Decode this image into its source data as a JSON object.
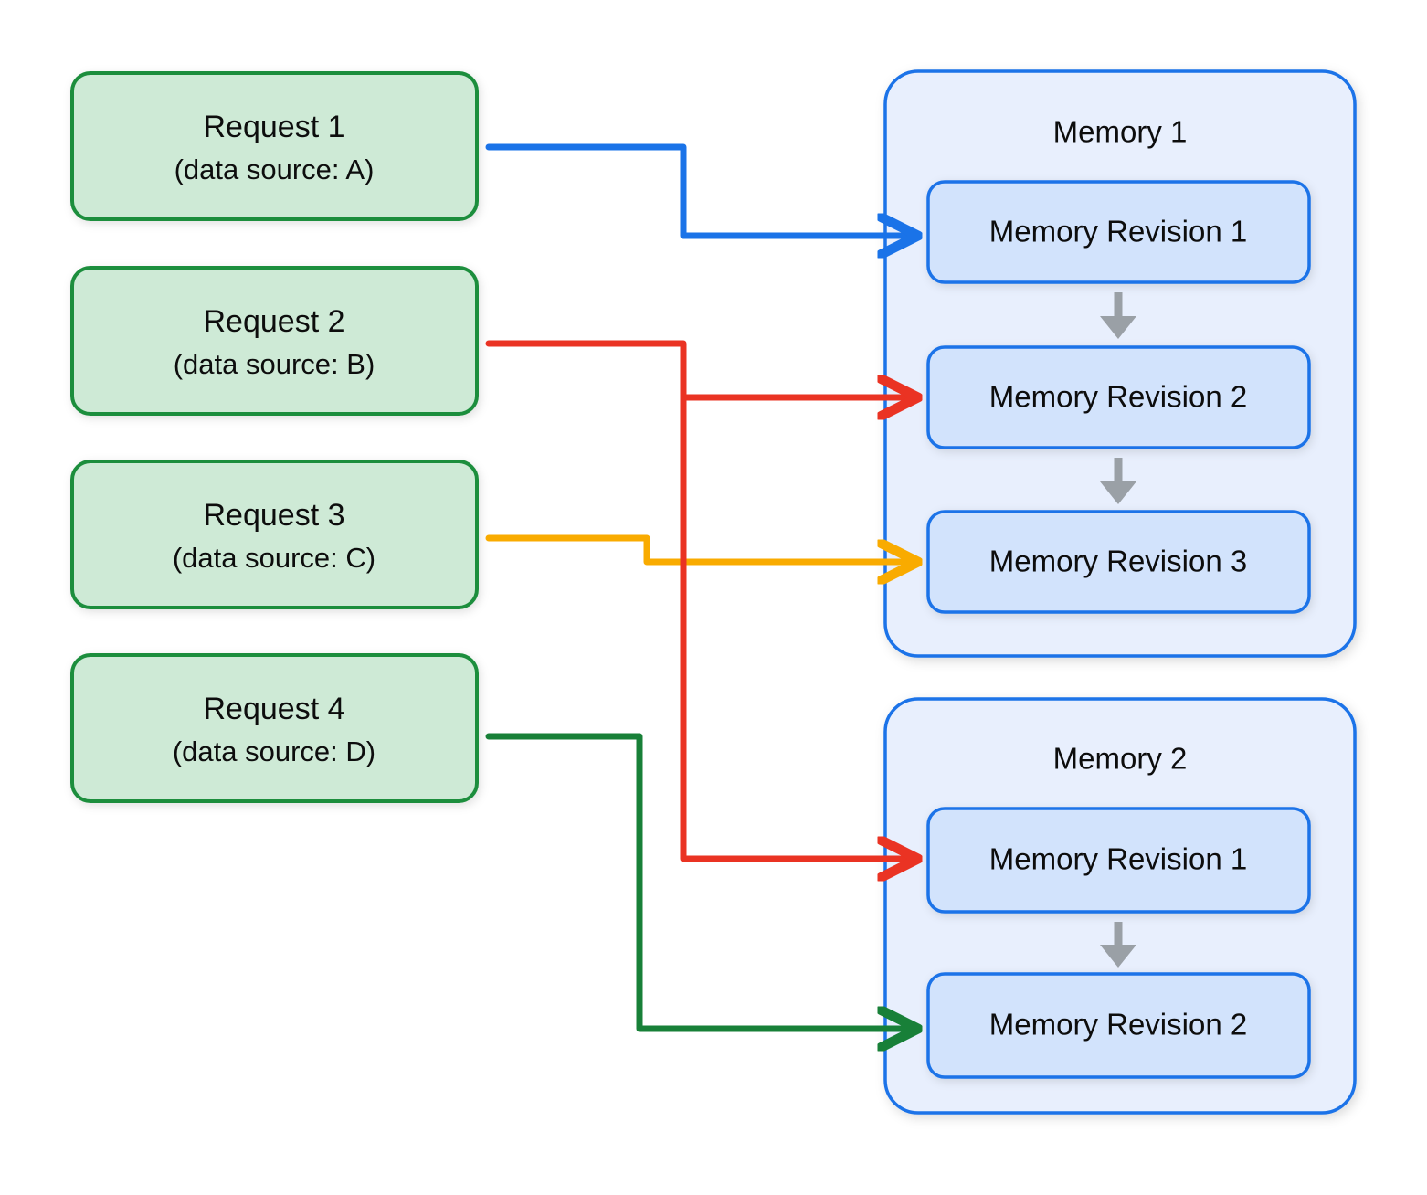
{
  "diagram": {
    "title_text": "",
    "colors": {
      "request_fill": "#CEEAD6",
      "request_border": "#1E8E3E",
      "memory_container_fill": "#E8EFFD",
      "memory_container_border": "#1A73E8",
      "revision_fill": "#D2E3FC",
      "revision_border": "#1A73E8",
      "arrow_blue": "#1A73E8",
      "arrow_red": "#EA3323",
      "arrow_yellow": "#F9AB00",
      "arrow_green": "#188038",
      "arrow_grey": "#9AA0A6",
      "text": "#0d0d0d",
      "background": "#FFFFFF"
    },
    "requests": [
      {
        "id": "request-1",
        "title": "Request 1",
        "subtitle": "(data source: A)",
        "connector_color": "#1A73E8",
        "target": "Memory 1 / Memory Revision 1"
      },
      {
        "id": "request-2",
        "title": "Request 2",
        "subtitle": "(data source: B)",
        "connector_color": "#EA3323",
        "target": "Memory 1 / Memory Revision 2 and Memory 2 / Memory Revision 1"
      },
      {
        "id": "request-3",
        "title": "Request 3",
        "subtitle": "(data source: C)",
        "connector_color": "#F9AB00",
        "target": "Memory 1 / Memory Revision 3"
      },
      {
        "id": "request-4",
        "title": "Request 4",
        "subtitle": "(data source: D)",
        "connector_color": "#188038",
        "target": "Memory 2 / Memory Revision 2"
      }
    ],
    "memories": [
      {
        "id": "memory-1",
        "title": "Memory 1",
        "revisions": [
          {
            "id": "memory-1-revision-1",
            "label": "Memory Revision 1"
          },
          {
            "id": "memory-1-revision-2",
            "label": "Memory Revision 2"
          },
          {
            "id": "memory-1-revision-3",
            "label": "Memory Revision 3"
          }
        ]
      },
      {
        "id": "memory-2",
        "title": "Memory 2",
        "revisions": [
          {
            "id": "memory-2-revision-1",
            "label": "Memory Revision 1"
          },
          {
            "id": "memory-2-revision-2",
            "label": "Memory Revision 2"
          }
        ]
      }
    ]
  }
}
